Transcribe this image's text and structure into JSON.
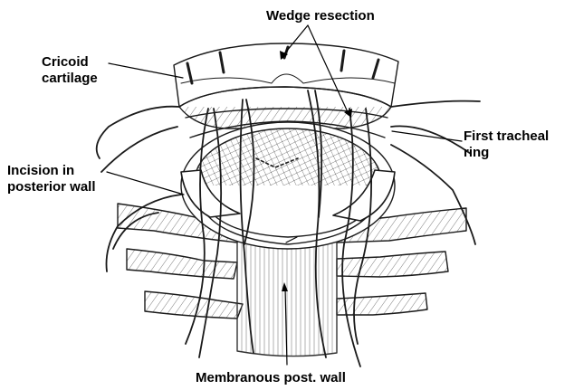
{
  "labels": {
    "wedge_resection": "Wedge resection",
    "cricoid_cartilage": "Cricoid\ncartilage",
    "first_tracheal_ring": "First tracheal\nring",
    "incision_posterior_wall": "Incision in\nposterior wall",
    "membranous_post_wall": "Membranous post. wall"
  },
  "colors": {
    "ink": "#1a1a1a",
    "label": "#000000",
    "background": "#ffffff"
  }
}
